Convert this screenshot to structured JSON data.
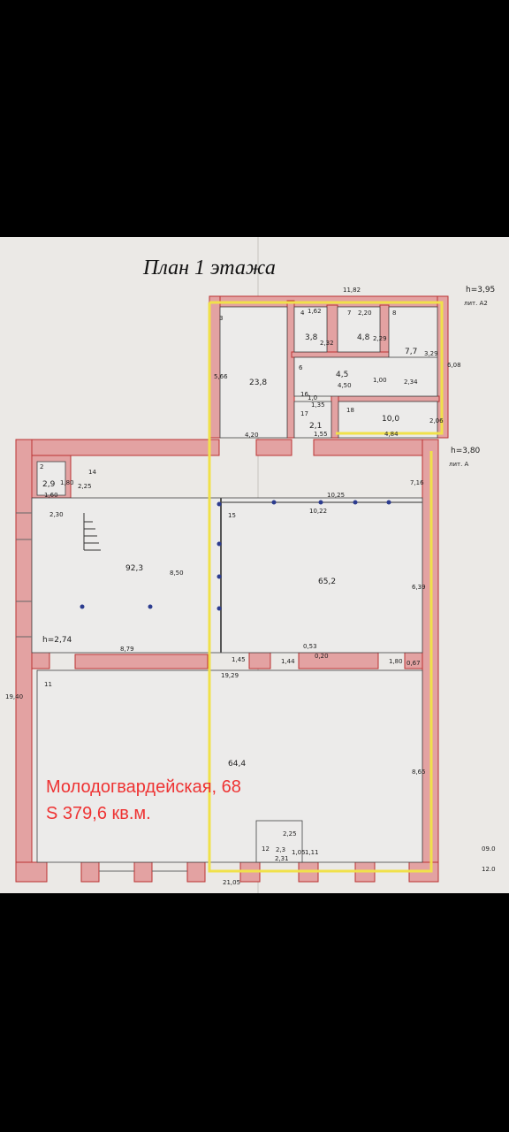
{
  "title": "План 1 этажа",
  "caption": {
    "address": "Молодогвардейская, 68",
    "area": "S 379,6 кв.м."
  },
  "heights": {
    "a2": "h=3,95",
    "a2_lit": "лит. А2",
    "a": "h=3,80",
    "a_lit": "лит. А",
    "inner": "h=2,74"
  },
  "rooms": [
    {
      "num": "2",
      "area": "2,9"
    },
    {
      "num": "3",
      "area": "23,8"
    },
    {
      "num": "4",
      "area": "3,8"
    },
    {
      "num": "7",
      "area": "4,8"
    },
    {
      "num": "8",
      "area": "7,7"
    },
    {
      "num": "6",
      "area": "4,5"
    },
    {
      "num": "16",
      "area": "1,0"
    },
    {
      "num": "17",
      "area": "2,1"
    },
    {
      "num": "18",
      "area": "10,0"
    },
    {
      "num": "14",
      "area": "92,3"
    },
    {
      "num": "15",
      "area": "65,2"
    },
    {
      "num": "11",
      "area": "64,4"
    },
    {
      "num": "12",
      "area": "2,3"
    }
  ],
  "dims": [
    "11,82",
    "1,62",
    "2,32",
    "2,20",
    "2,29",
    "3,29",
    "6,08",
    "5,66",
    "1,00",
    "2,34",
    "4,50",
    "1,35",
    "1,55",
    "4,84",
    "2,06",
    "4,20",
    "2,25",
    "1,60",
    "2,30",
    "1,80",
    "10,25",
    "10,22",
    "7,16",
    "8,50",
    "6,39",
    "8,79",
    "1,45",
    "1,44",
    "0,53",
    "0,20",
    "1,80",
    "0,67",
    "19,29",
    "19,40",
    "8,65",
    "2,25",
    "2,31",
    "1,05",
    "1,11",
    "21,05"
  ],
  "margin_marks": [
    "09.0",
    "12.0"
  ],
  "colors": {
    "paper": "#ebe9e6",
    "wall": "#e3a2a2",
    "wall_dark": "#b33",
    "outline": "#f0e14a",
    "caption": "#e33",
    "ink": "#1e1e1e"
  }
}
